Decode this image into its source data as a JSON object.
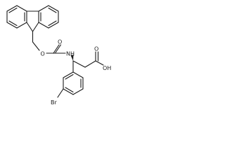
{
  "molecule": {
    "atom_labels": {
      "o_ester": "O",
      "o_carbonyl_carbamate": "O",
      "nh": "NH",
      "o_carbonyl_acid": "O",
      "oh": "OH",
      "br": "Br"
    }
  }
}
